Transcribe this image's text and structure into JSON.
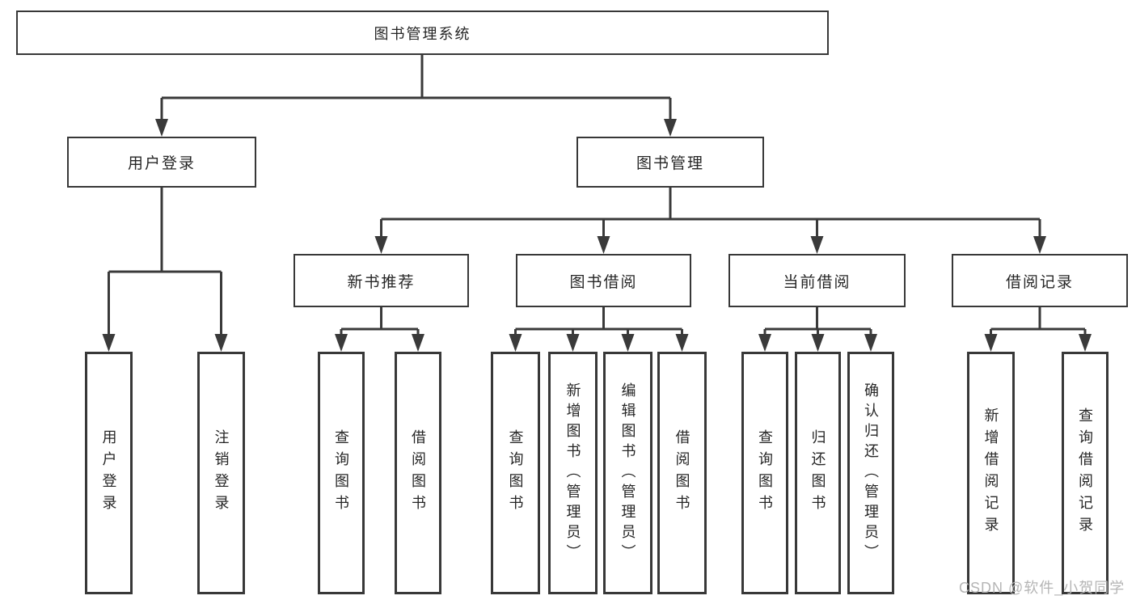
{
  "title": "图书管理系统",
  "colors": {
    "line": "#3a3a3a",
    "box_border": "#383838",
    "box_bg": "#ffffff",
    "text": "#262626",
    "watermark": "#b5b5b5",
    "background": "#ffffff"
  },
  "level2": {
    "user_login": "用户登录",
    "book_mgmt": "图书管理"
  },
  "level3": {
    "new_books": "新书推荐",
    "book_borrow": "图书借阅",
    "current_borrow": "当前借阅",
    "borrow_records": "借阅记录"
  },
  "leaves": {
    "user_login": [
      "用户登录",
      "注销登录"
    ],
    "new_books": [
      "查询图书",
      "借阅图书"
    ],
    "book_borrow": [
      "查询图书",
      "新增图书（管理员）",
      "编辑图书（管理员）",
      "借阅图书"
    ],
    "current_borrow": [
      "查询图书",
      "归还图书",
      "确认归还（管理员）"
    ],
    "borrow_records": [
      "新增借阅记录",
      "查询借阅记录"
    ]
  },
  "watermark": "CSDN @软件_小贺同学"
}
